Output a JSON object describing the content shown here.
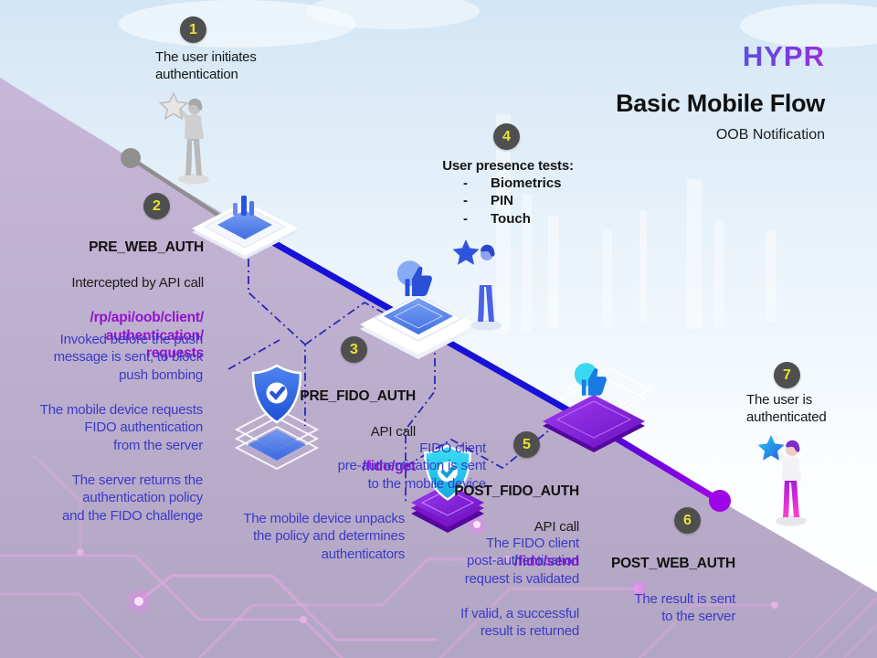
{
  "header": {
    "logo": "HYPR",
    "title": "Basic Mobile Flow",
    "subtitle": "OOB Notification"
  },
  "steps": [
    {
      "number": "1",
      "title": "The user initiates\nauthentication"
    },
    {
      "number": "2",
      "name": "PRE_WEB_AUTH",
      "desc": "Intercepted by API call",
      "api": "/rp/api/oob/client/\nauthentication/\nrequests",
      "notes": [
        "Invoked before the push\nmessage is sent, to block\npush bombing",
        "The mobile device requests\nFIDO authentication\nfrom the server",
        "The server returns the\nauthentication policy\nand the FIDO challenge"
      ]
    },
    {
      "number": "3",
      "name": "PRE_FIDO_AUTH",
      "desc": "API call",
      "api": "/fido/get",
      "notes": [
        "FIDO client\npre-authentication is sent\nto the mobile device",
        "The mobile device unpacks\nthe policy and determines\nauthenticators"
      ]
    },
    {
      "number": "4",
      "title": "User presence tests:",
      "bullet": "-",
      "items": [
        "Biometrics",
        "PIN",
        "Touch"
      ]
    },
    {
      "number": "5",
      "name": "POST_FIDO_AUTH",
      "desc": "API call",
      "api": "/fido/send",
      "notes": [
        "The FIDO client\npost-authentication\nrequest is validated",
        "If valid, a successful\nresult is returned"
      ]
    },
    {
      "number": "6",
      "name": "POST_WEB_AUTH",
      "notes": [
        "The result is sent\nto the server"
      ]
    },
    {
      "number": "7",
      "title": "The user is\nauthenticated"
    }
  ],
  "colors": {
    "accent_blue_text": "#3a3ac6",
    "accent_purple_text": "#9410d2",
    "badge_bg": "#4f4f4f",
    "badge_number": "#e8e334",
    "flow_line_blue": "#1812d8",
    "flow_line_purple": "#9e04e8",
    "terrain_purple": "#b5aac7"
  },
  "icons": {
    "step1": "user-with-star-icon",
    "step2": "server-platform-icon",
    "step3": "shield-check-icon",
    "step4_device": "thumbs-up-device-icon",
    "step4_user": "user-with-star-icon",
    "step5": "shield-check-icon",
    "step6": "thumbs-up-device-icon",
    "step7": "user-with-star-icon"
  }
}
